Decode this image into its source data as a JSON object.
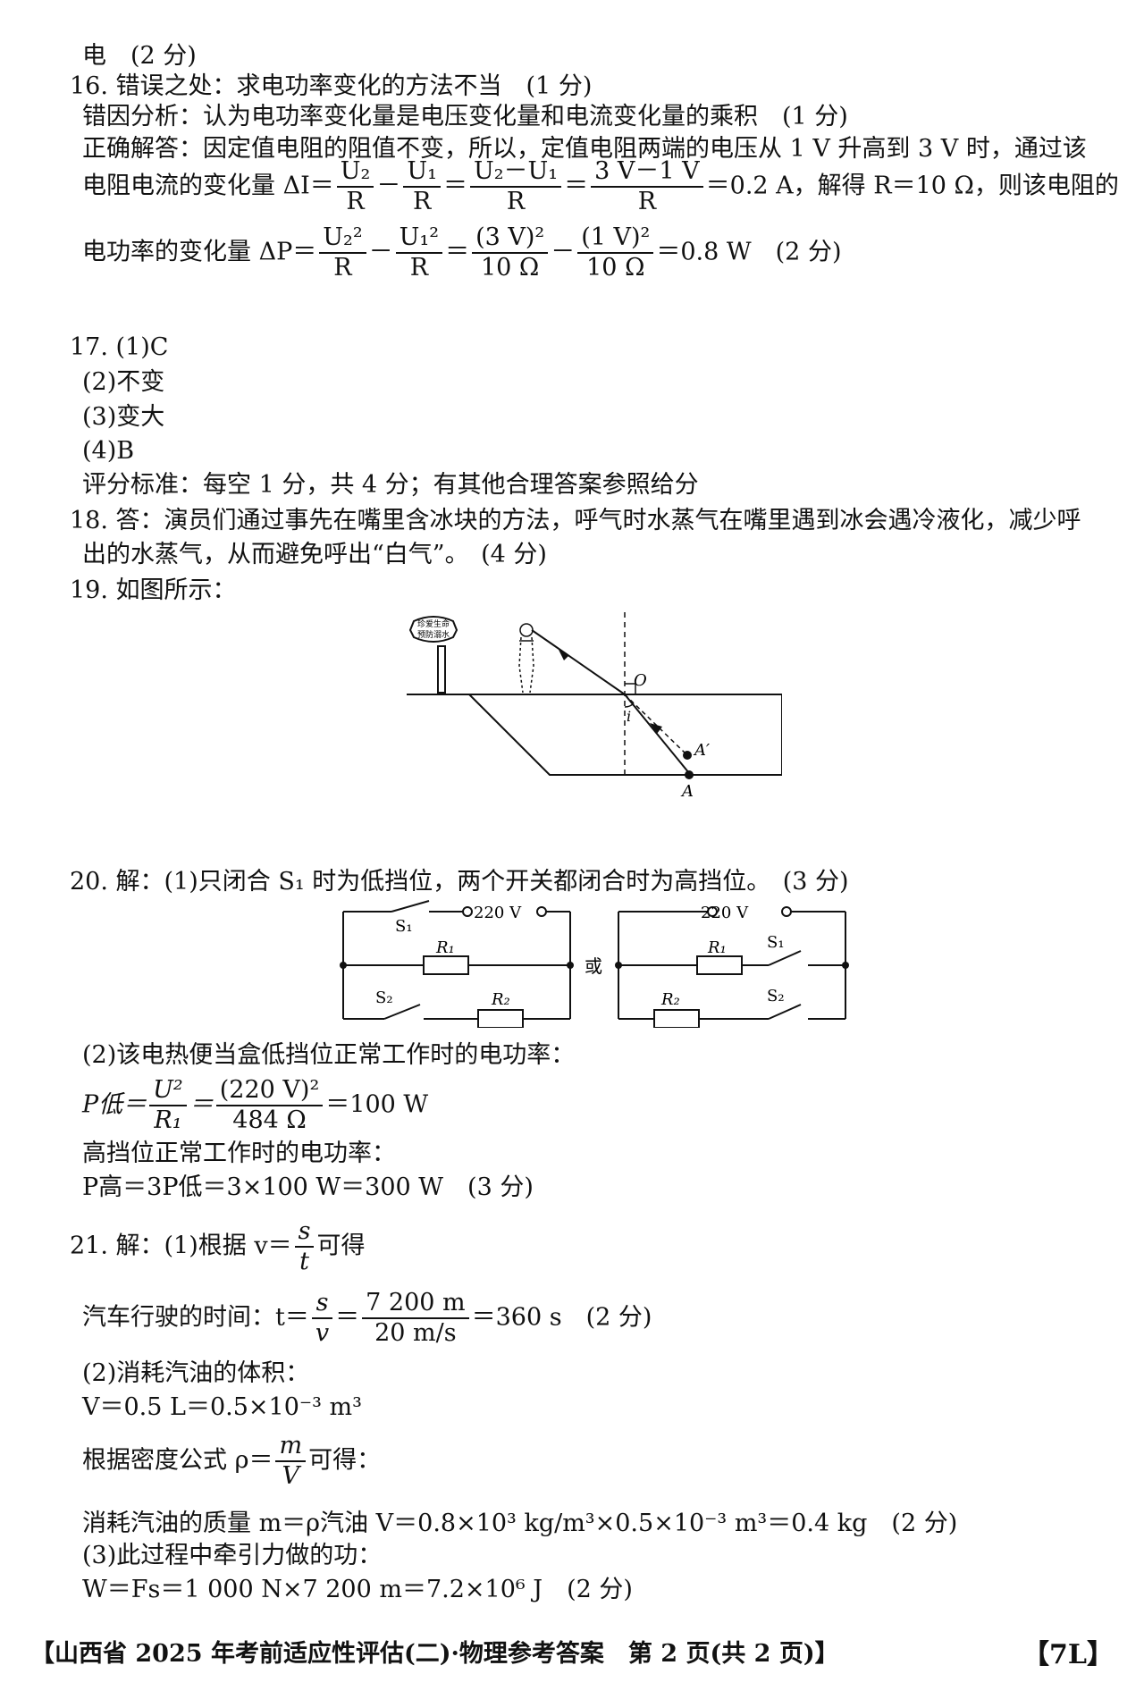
{
  "lines": {
    "l0": "电　(2 分)",
    "q16_a": "16. 错误之处：求电功率变化的方法不当　(1 分)",
    "q16_b": "错因分析：认为电功率变化量是电压变化量和电流变化量的乘积　(1 分)",
    "q16_c": "正确解答：因定值电阻的阻值不变，所以，定值电阻两端的电压从 1 V 升高到 3 V 时，通过该",
    "q16_d_pre": "电阻电流的变化量 ΔI＝",
    "q16_d_post": "＝0.2 A，解得 R＝10 Ω，则该电阻的",
    "q16_e_pre": "电功率的变化量 ΔP＝",
    "q16_e_post": "＝0.8 W　(2 分)",
    "q17_1": "17. (1)C",
    "q17_2": "(2)不变",
    "q17_3": "(3)变大",
    "q17_4": "(4)B",
    "q17_5": "评分标准：每空 1 分，共 4 分；有其他合理答案参照给分",
    "q18_a": "18. 答：演员们通过事先在嘴里含冰块的方法，呼气时水蒸气在嘴里遇到冰会遇冷液化，减少呼",
    "q18_b": "出的水蒸气，从而避免呼出“白气”。　(4 分)",
    "q19": "19. 如图所示：",
    "q20_a": "20. 解：(1)只闭合 S₁ 时为低挡位，两个开关都闭合时为高挡位。　(3 分)",
    "q20_b": "(2)该电热便当盒低挡位正常工作时的电功率：",
    "q20_c_pre": "P低＝",
    "q20_c_post": "＝100 W",
    "q20_d": "高挡位正常工作时的电功率：",
    "q20_e": "P高＝3P低＝3×100 W＝300 W　(3 分)",
    "q21_a_pre": "21. 解：(1)根据 v＝",
    "q21_a_post": "可得",
    "q21_b_pre": "汽车行驶的时间：t＝",
    "q21_b_post": "＝360 s　(2 分)",
    "q21_c": "(2)消耗汽油的体积：",
    "q21_d": "V＝0.5 L＝0.5×10⁻³ m³",
    "q21_e_pre": "根据密度公式 ρ＝",
    "q21_e_post": "可得：",
    "q21_f": "消耗汽油的质量 m＝ρ汽油 V＝0.8×10³ kg/m³×0.5×10⁻³ m³＝0.4 kg　(2 分)",
    "q21_g": "(3)此过程中牵引力做的功：",
    "q21_h": "W＝Fs＝1 000 N×7 200 m＝7.2×10⁶ J　(2 分)"
  },
  "fractions": {
    "f1n": "U₂",
    "f1d": "R",
    "f2n": "U₁",
    "f2d": "R",
    "f3n": "U₂－U₁",
    "f3d": "R",
    "f4n": "3 V－1 V",
    "f4d": "R",
    "f5n": "U₂²",
    "f5d": "R",
    "f6n": "U₁²",
    "f6d": "R",
    "f7n": "(3 V)²",
    "f7d": "10 Ω",
    "f8n": "(1 V)²",
    "f8d": "10 Ω",
    "f9n": "U²",
    "f9d": "R₁",
    "f10n": "(220 V)²",
    "f10d": "484 Ω",
    "f11n": "s",
    "f11d": "t",
    "f12n": "s",
    "f12d": "v",
    "f13n": "7 200 m",
    "f13d": "20 m/s",
    "f14n": "m",
    "f14d": "V"
  },
  "ops": {
    "minus": "－",
    "eq": "＝"
  },
  "figure19": {
    "sign_line1": "珍爱生命",
    "sign_line2": "预防溺水",
    "label_O": "O",
    "label_i": "i",
    "label_A": "A",
    "label_A_prime": "A′"
  },
  "circuit": {
    "voltage": "220 V",
    "S1": "S₁",
    "S2": "S₂",
    "R1": "R₁",
    "R2": "R₂",
    "or": "或"
  },
  "footer": {
    "text": "【山西省 2025 年考前适应性评估(二)·物理参考答案　第 2 页(共 2 页)】",
    "badge": "【7L】"
  }
}
